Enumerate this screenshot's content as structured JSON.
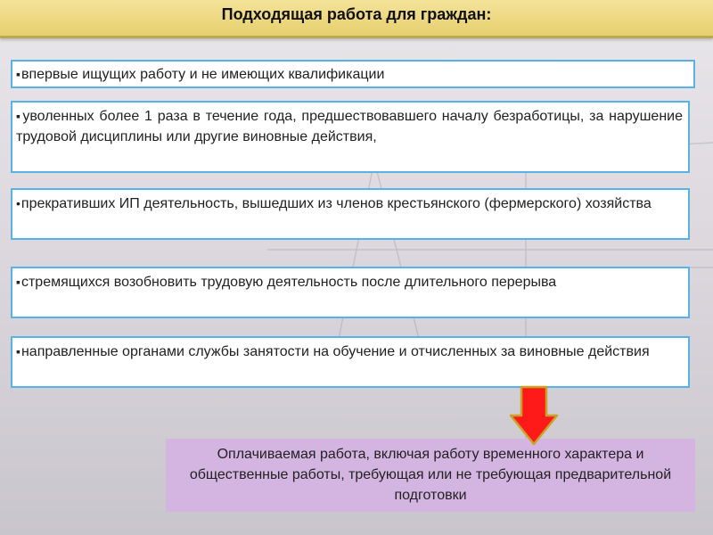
{
  "header": {
    "title": "Подходящая  работа для граждан:"
  },
  "items": [
    {
      "bullet": "▪",
      "text": "впервые ищущих работу и  не имеющих квалификации"
    },
    {
      "bullet": "▪",
      "text": "уволенных более 1 раза в течение   года, предшествовавшего началу безработицы, за нарушение трудовой дисциплины или другие виновные действия,"
    },
    {
      "bullet": "•",
      "text": "прекративших ИП деятельность, вышедших из членов крестьянского (фермерского) хозяйства"
    },
    {
      "bullet": "▪",
      "text": "стремящихся возобновить трудовую деятельность после длительного перерыва"
    },
    {
      "bullet": "▪",
      "text": "направленные органами службы занятости на обучение и отчисленных за виновные действия"
    }
  ],
  "result": {
    "text": "Оплачиваемая работа, включая работу временного характера и общественные работы, требующая или не требующая предварительной подготовки"
  },
  "colors": {
    "header_bg": "#e7cf6e",
    "box_border": "#57b3e6",
    "arrow": "#ff1a1a",
    "arrow_border": "#c9a227",
    "result_bg": "#d4b4e0"
  }
}
